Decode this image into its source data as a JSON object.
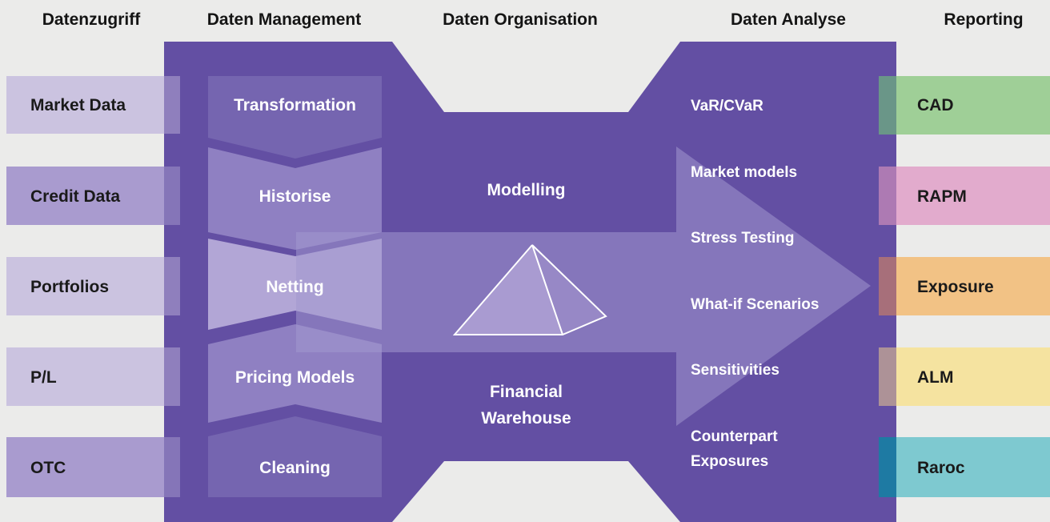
{
  "headers": {
    "access": "Datenzugriff",
    "management": "Daten Management",
    "organisation": "Daten Organisation",
    "analysis": "Daten Analyse",
    "reporting": "Reporting"
  },
  "sources": [
    "Market Data",
    "Credit Data",
    "Portfolios",
    "P/L",
    "OTC"
  ],
  "management_steps": [
    "Transformation",
    "Historise",
    "Netting",
    "Pricing Models",
    "Cleaning"
  ],
  "organisation": {
    "modelling": "Modelling",
    "warehouse_line1": "Financial",
    "warehouse_line2": "Warehouse"
  },
  "analysis_items": [
    "VaR/CVaR",
    "Market models",
    "Stress Testing",
    "What-if Scenarios",
    "Sensitivities",
    "Counterpart",
    "Exposures"
  ],
  "reporting": [
    {
      "label": "CAD",
      "color": "#9fcf97",
      "tab_color": "#6a9688"
    },
    {
      "label": "RAPM",
      "color": "#e2abcd",
      "tab_color": "#ad7ab3"
    },
    {
      "label": "Exposure",
      "color": "#f2c285",
      "tab_color": "#a76f7a"
    },
    {
      "label": "ALM",
      "color": "#f5e3a0",
      "tab_color": "#ad9297"
    },
    {
      "label": "Raroc",
      "color": "#7ec9d0",
      "tab_color": "#1e7aa3"
    }
  ],
  "colors": {
    "background": "#ebebea",
    "main_purple": "#634fa3",
    "source_light": "#cbc3e0",
    "source_dark": "#9e8fc7",
    "arrow": "#7e6db5",
    "step_fill": "#7565b0"
  }
}
